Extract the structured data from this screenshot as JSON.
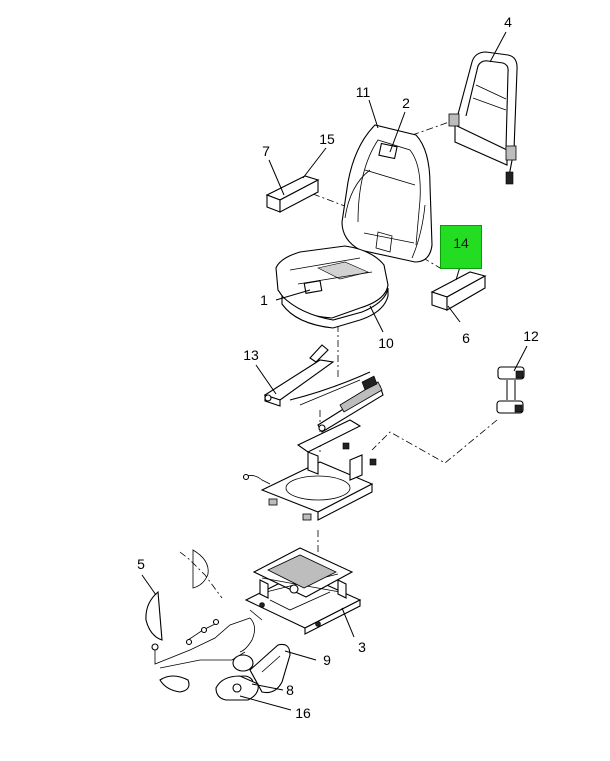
{
  "diagram": {
    "callouts": [
      {
        "id": "c1",
        "text": "1"
      },
      {
        "id": "c2",
        "text": "2"
      },
      {
        "id": "c3",
        "text": "3"
      },
      {
        "id": "c4",
        "text": "4"
      },
      {
        "id": "c5",
        "text": "5"
      },
      {
        "id": "c6",
        "text": "6"
      },
      {
        "id": "c7",
        "text": "7"
      },
      {
        "id": "c8",
        "text": "8"
      },
      {
        "id": "c9",
        "text": "9"
      },
      {
        "id": "c10",
        "text": "10"
      },
      {
        "id": "c11",
        "text": "11"
      },
      {
        "id": "c12",
        "text": "12"
      },
      {
        "id": "c13",
        "text": "13"
      },
      {
        "id": "c15",
        "text": "15"
      },
      {
        "id": "c16",
        "text": "16"
      }
    ],
    "highlight": {
      "text": "14",
      "color": "#22dd22"
    }
  }
}
